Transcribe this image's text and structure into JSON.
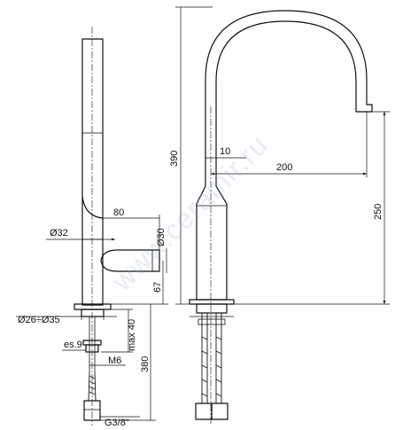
{
  "watermark": "www.ceramir.ru",
  "dimensions": {
    "height_total": "390",
    "reach": "200",
    "offset": "10",
    "spout_height": "250",
    "handle_length": "80",
    "body_diameter": "Ø32",
    "handle_diameter": "Ø30",
    "handle_height": "67",
    "hole_diameter": "Ø26÷Ø35",
    "max_thickness": "max 40",
    "thread": "M6",
    "wrench": "es.9",
    "hose_length": "380",
    "connection": "G3/8\""
  },
  "colors": {
    "line": "#111111",
    "background": "#ffffff",
    "watermark": "#96aad2"
  }
}
